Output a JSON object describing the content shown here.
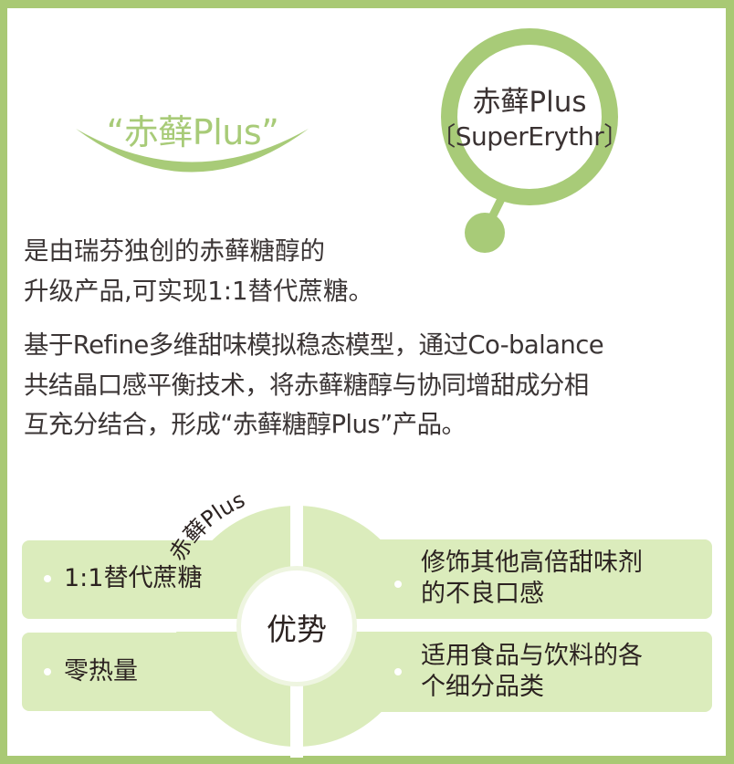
{
  "colors": {
    "frame": "#a9c974",
    "accent_green": "#a8cb78",
    "box_fill": "#dbecbc",
    "center_ring": "#eef5e0",
    "text_dark": "#3b3535"
  },
  "header": {
    "smile_title": "“赤藓Plus”",
    "ring_title": "赤藓Plus",
    "ring_subtitle": "〔SuperErythr〕"
  },
  "intro": {
    "lines": [
      "是由瑞芬独创的赤藓糖醇的",
      "升级产品,可实现1:1替代蔗糖。"
    ]
  },
  "description": {
    "lines": [
      "基于Refine多维甜味模拟稳态模型，通过Co-balance",
      "共结晶口感平衡技术，将赤藓糖醇与协同增甜成分相",
      "互充分结合，形成“赤藓糖醇Plus”产品。"
    ]
  },
  "advantages": {
    "arc_label": "赤藓Plus",
    "center_label": "优势",
    "items": [
      {
        "lines": [
          "1:1替代蔗糖"
        ]
      },
      {
        "lines": [
          "修饰其他高倍甜味剂",
          "的不良口感"
        ]
      },
      {
        "lines": [
          "零热量"
        ]
      },
      {
        "lines": [
          "适用食品与饮料的各",
          "个细分品类"
        ]
      }
    ]
  }
}
